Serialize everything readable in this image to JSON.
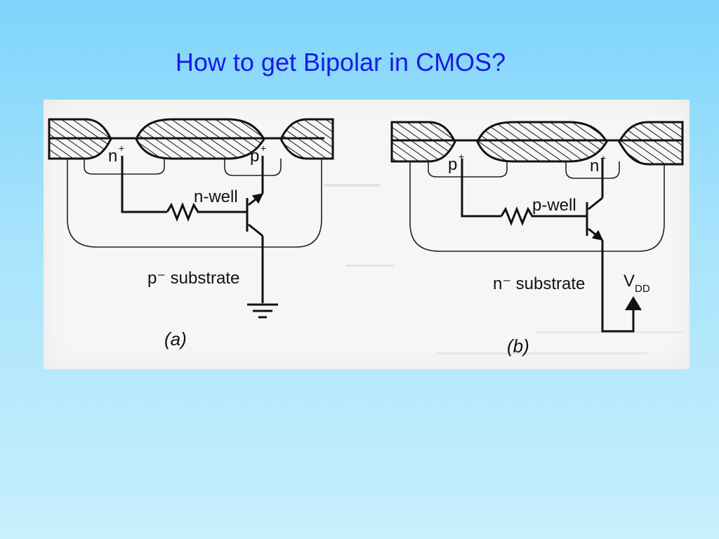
{
  "slide": {
    "title": "How to get Bipolar in CMOS?"
  },
  "figure_a": {
    "n_plus_label": "n",
    "n_plus_sup": "+",
    "p_plus_label": "p",
    "p_plus_sup": "+",
    "well_label": "n-well",
    "substrate_label": "p⁻ substrate",
    "caption": "(a)"
  },
  "figure_b": {
    "p_plus_label": "p",
    "p_plus_sup": "+",
    "n_plus_label": "n",
    "n_plus_sup": "+",
    "well_label": "p-well",
    "substrate_label": "n⁻ substrate",
    "vdd_label": "V",
    "vdd_sub": "DD",
    "caption": "(b)"
  },
  "colors": {
    "title": "#1a1ae6",
    "background_top": "#7fd4fb",
    "background_bottom": "#c8effd",
    "figure_paper": "#f6f6f4"
  }
}
